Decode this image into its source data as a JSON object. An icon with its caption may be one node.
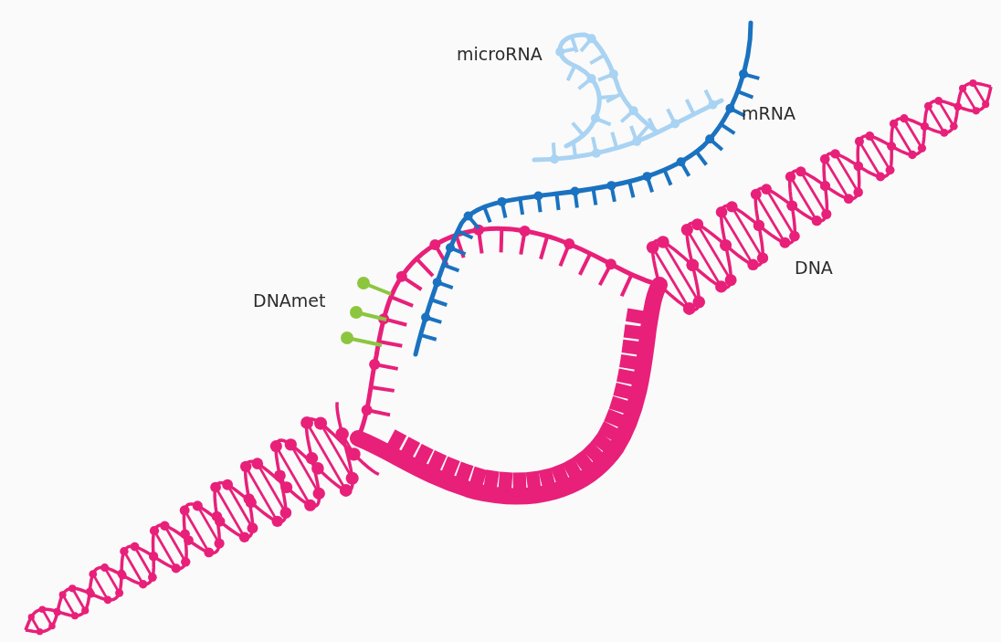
{
  "diagram": {
    "labels": [
      "microRNA",
      "mRNA",
      "DNA",
      "DNAmet"
    ]
  }
}
